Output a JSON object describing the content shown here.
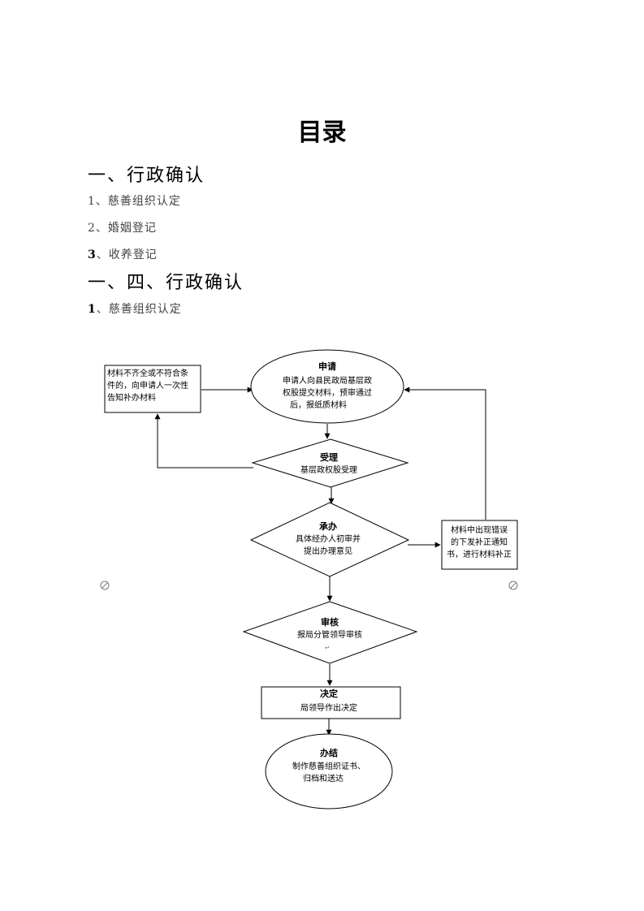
{
  "title": "目录",
  "sections": [
    {
      "heading": "一、行政确认"
    },
    {
      "items": [
        "1、慈善组织认定",
        "2、婚姻登记"
      ]
    },
    {
      "item3_num": "3",
      "item3_text": "、收养登记"
    },
    {
      "heading": "一、四、行政确认"
    },
    {
      "item_num": "1",
      "item_text": "、慈善组织认定"
    }
  ],
  "flowchart": {
    "apply": {
      "title": "申请",
      "lines": [
        "申请人向县民政局基层政",
        "权股提交材料，预审通过",
        "后，报纸质材料"
      ]
    },
    "reject": {
      "lines": [
        "材料不齐全或不符合条",
        "件的，向申请人一次性",
        "告知补办材料"
      ]
    },
    "accept": {
      "title": "受理",
      "lines": [
        "基层政权股受理"
      ]
    },
    "handle": {
      "title": "承办",
      "lines": [
        "具体经办人初审并",
        "提出办理意见"
      ]
    },
    "correct": {
      "lines": [
        "材料中出现错误",
        "的下发补正通知",
        "书，进行材料补正"
      ]
    },
    "review": {
      "title": "审核",
      "lines": [
        "报局分管领导审核"
      ]
    },
    "decide": {
      "title": "决定",
      "lines": [
        "局领导作出决定"
      ]
    },
    "complete": {
      "title": "办结",
      "lines": [
        "制作慈善组织证书、",
        "归档和送达"
      ]
    },
    "return_mark": "↵"
  }
}
